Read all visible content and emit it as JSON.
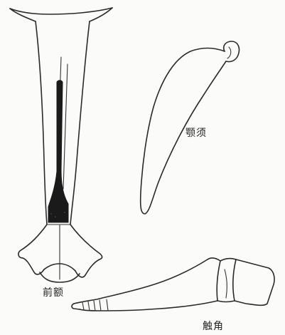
{
  "labels": {
    "frons": "前额",
    "maxillary_palp": "颚须",
    "antenna": "触角"
  }
}
